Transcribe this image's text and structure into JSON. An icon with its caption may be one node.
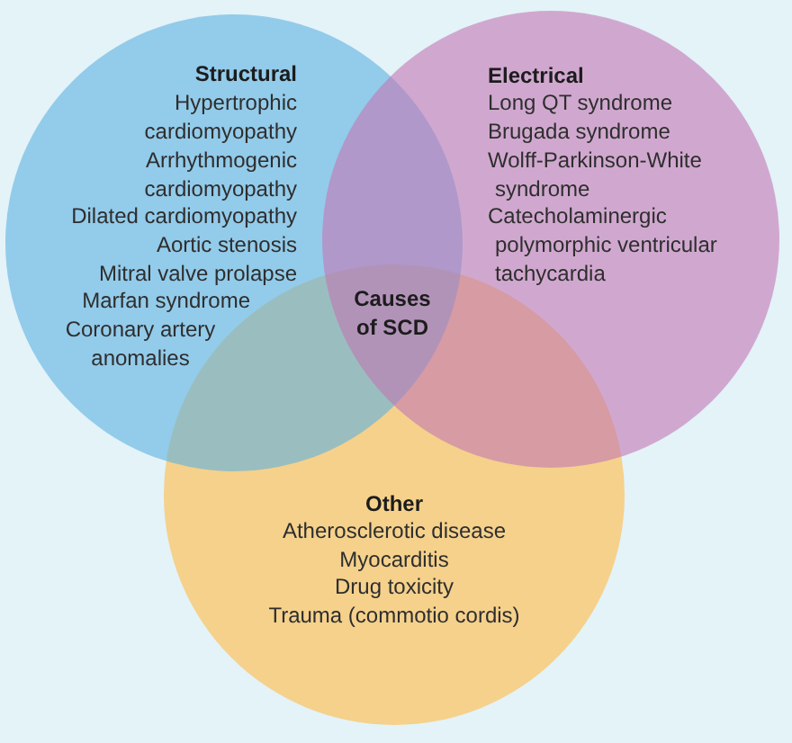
{
  "diagram": {
    "title": "Causes of SCD",
    "nodes": [
      {
        "text": [
          "Structural",
          "Hypertrophic cardiomyopathy",
          "Arrhythmogenic cardiomyopathy",
          "Dilated cardiomyopathy",
          "Aortic stenosis",
          "Mitral valve prolapse",
          "Marfan syndrome",
          "Coronary artery anomalies"
        ]
      },
      {
        "text": [
          "Electrical",
          "Long QT syndrome",
          "Brugada syndrome",
          "Wolff-Parkinson-White syndrome",
          "Catecholaminergic polymorphic ventricular tachycardia"
        ]
      },
      {
        "text": [
          "Other",
          "Atherosclerotic disease",
          "Myocarditis",
          "Drug toxicity",
          "Trauma (commotio cordis)"
        ]
      }
    ]
  }
}
